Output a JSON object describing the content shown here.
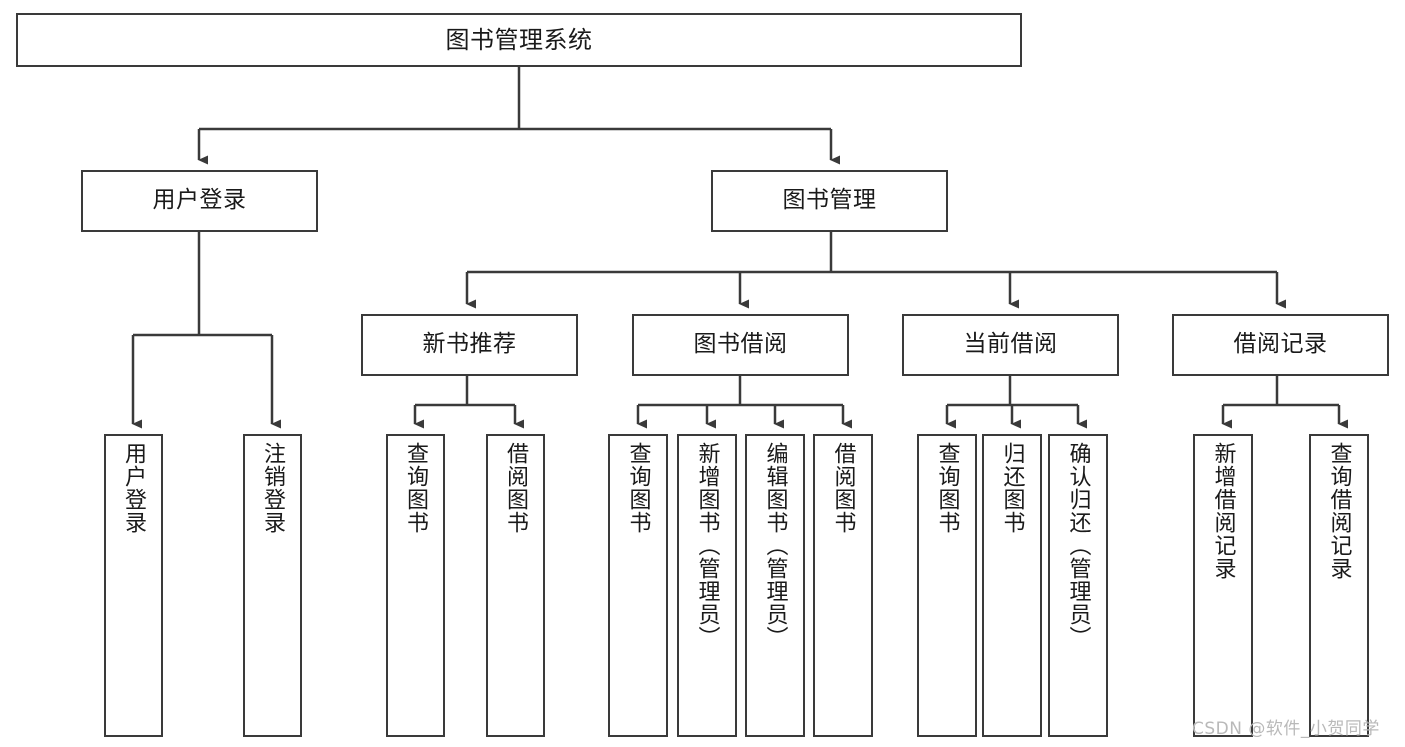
{
  "diagram": {
    "type": "tree-hierarchy",
    "title": "图书管理系统",
    "orientation": "top-down",
    "colors": {
      "node_border": "#3a3a3a",
      "node_fill": "#ffffff",
      "edge": "#3a3a3a",
      "text": "#1a1a1a",
      "watermark": "#b9b9b9",
      "background": "#ffffff"
    },
    "watermark": "CSDN @软件_小贺同学",
    "nodes": {
      "root": {
        "label": "图书管理系统"
      },
      "level2": [
        {
          "label": "用户登录"
        },
        {
          "label": "图书管理"
        }
      ],
      "level3": [
        {
          "label": "新书推荐"
        },
        {
          "label": "图书借阅"
        },
        {
          "label": "当前借阅"
        },
        {
          "label": "借阅记录"
        }
      ],
      "leaves_user_login": [
        {
          "label": "用户登录"
        },
        {
          "label": "注销登录"
        }
      ],
      "leaves_new_book": [
        {
          "label": "查询图书"
        },
        {
          "label": "借阅图书"
        }
      ],
      "leaves_borrow": [
        {
          "label": "查询图书"
        },
        {
          "label": "新增图书（管理员）"
        },
        {
          "label": "编辑图书（管理员）"
        },
        {
          "label": "借阅图书"
        }
      ],
      "leaves_current": [
        {
          "label": "查询图书"
        },
        {
          "label": "归还图书"
        },
        {
          "label": "确认归还（管理员）"
        }
      ],
      "leaves_records": [
        {
          "label": "新增借阅记录"
        },
        {
          "label": "查询借阅记录"
        }
      ]
    }
  }
}
